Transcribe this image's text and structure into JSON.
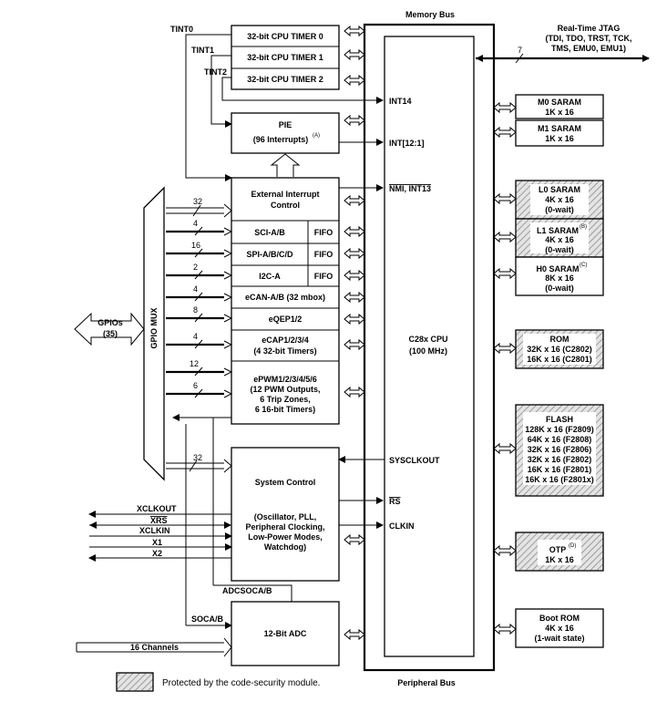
{
  "buses": {
    "memory": "Memory Bus",
    "peripheral": "Peripheral Bus"
  },
  "timers": {
    "t0": {
      "signal": "TINT0",
      "label": "32-bit CPU TIMER 0"
    },
    "t1": {
      "signal": "TINT1",
      "label": "32-bit CPU TIMER 1"
    },
    "t2": {
      "signal": "TINT2",
      "label": "32-bit CPU TIMER 2"
    }
  },
  "jtag": {
    "line1": "Real-Time JTAG",
    "line2": "(TDI, TDO, TRST, TCK,",
    "line3": "TMS, EMU0, EMU1)",
    "width": "7"
  },
  "pie": {
    "line1": "PIE",
    "line2": "(96 Interrupts)",
    "note": "(A)"
  },
  "cpu_inputs": {
    "int14": "INT14",
    "int12": "INT[12:1]",
    "nmi": "NMI, INT13",
    "sysclkout": "SYSCLKOUT",
    "rs": "RS",
    "clkin": "CLKIN"
  },
  "cpu": {
    "line1": "C28x CPU",
    "line2": "(100 MHz)"
  },
  "ext_int": {
    "line1": "External Interrupt",
    "line2": "Control"
  },
  "peripherals": {
    "sci": "SCI-A/B",
    "spi": "SPI-A/B/C/D",
    "i2c": "I2C-A",
    "fifo": "FIFO",
    "ecan": "eCAN-A/B (32 mbox)",
    "eqep": "eQEP1/2",
    "ecap1": "eCAP1/2/3/4",
    "ecap2": "(4 32-bit Timers)",
    "epwm1": "ePWM1/2/3/4/5/6",
    "epwm2": "(12 PWM Outputs,",
    "epwm3": "6 Trip Zones,",
    "epwm4": "6 16-bit Timers)"
  },
  "widths": {
    "ext": "32",
    "sci": "4",
    "spi": "16",
    "i2c": "2",
    "ecan": "4",
    "eqep": "8",
    "ecap": "4",
    "epwm": "12",
    "trip": "6",
    "sys": "32"
  },
  "gpio": {
    "line1": "GPIOs",
    "line2": "(35)",
    "mux": "GPIO MUX"
  },
  "system_control": {
    "title": "System Control",
    "line1": "(Oscillator, PLL,",
    "line2": "Peripheral Clocking,",
    "line3": "Low-Power Modes,",
    "line4": "Watchdog)"
  },
  "clock_pins": {
    "xclkout": "XCLKOUT",
    "xrs": "XRS",
    "xclkin": "XCLKIN",
    "x1": "X1",
    "x2": "X2"
  },
  "adc": {
    "label": "12-Bit ADC",
    "socab": "ADCSOCA/B",
    "soca": "SOCA/B",
    "channels": "16 Channels"
  },
  "memory": {
    "m0": {
      "line1": "M0 SARAM",
      "line2": "1K x 16"
    },
    "m1": {
      "line1": "M1 SARAM",
      "line2": "1K x 16"
    },
    "l0": {
      "line1": "L0 SARAM",
      "line2": "4K x 16",
      "line3": "(0-wait)"
    },
    "l1": {
      "line1": "L1 SARAM",
      "note": "(B)",
      "line2": "4K x 16",
      "line3": "(0-wait)"
    },
    "h0": {
      "line1": "H0 SARAM",
      "note": "(C)",
      "line2": "8K x 16",
      "line3": "(0-wait)"
    },
    "rom": {
      "line1": "ROM",
      "line2": "32K x 16 (C2802)",
      "line3": "16K x 16 (C2801)"
    },
    "flash": {
      "line1": "FLASH",
      "line2": "128K x 16 (F2809)",
      "line3": "64K x 16 (F2808)",
      "line4": "32K x 16 (F2806)",
      "line5": "32K x 16 (F2802)",
      "line6": "16K x 16 (F2801)",
      "line7": "16K x 16 (F2801x)"
    },
    "otp": {
      "line1": "OTP",
      "note": "(D)",
      "line2": "1K x 16"
    },
    "bootrom": {
      "line1": "Boot ROM",
      "line2": "4K x 16",
      "line3": "(1-wait state)"
    }
  },
  "legend": {
    "text": "Protected by the code-security module."
  }
}
